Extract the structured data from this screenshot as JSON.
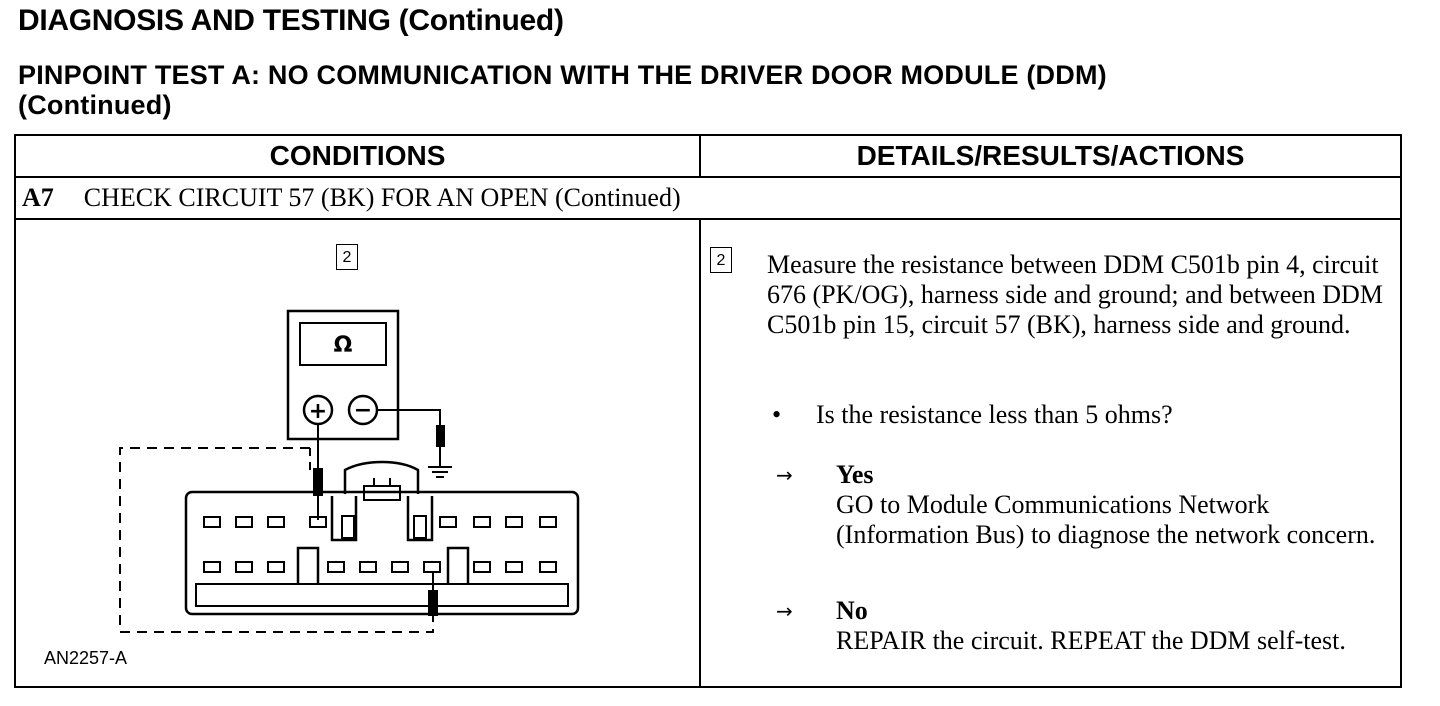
{
  "document": {
    "title": "DIAGNOSIS AND TESTING (Continued)",
    "subtitle_line1": "PINPOINT TEST A: NO COMMUNICATION WITH THE DRIVER DOOR MODULE (DDM)",
    "subtitle_line2": "(Continued)"
  },
  "table": {
    "col_conditions": "CONDITIONS",
    "col_details": "DETAILS/RESULTS/ACTIONS",
    "step_id": "A7",
    "step_title": "CHECK CIRCUIT 57 (BK) FOR AN OPEN",
    "step_title_suffix": "(Continued)"
  },
  "diagram": {
    "step_marker": "2",
    "meter_symbol": "Ω",
    "plus_symbol": "+",
    "minus_symbol": "−",
    "figure_id": "AN2257-A"
  },
  "details": {
    "step_marker": "2",
    "instruction": "Measure the resistance between DDM C501b pin 4, circuit 676 (PK/OG), harness side and ground; and between DDM C501b pin 15, circuit 57 (BK), harness side and ground.",
    "bullet_symbol": "•",
    "question": "Is the resistance less than 5 ohms?",
    "arrow_symbol": "→",
    "yes_label": "Yes",
    "yes_action": "GO to Module Communications Network (Information Bus) to diagnose the network concern.",
    "no_label": "No",
    "no_action": "REPAIR the circuit. REPEAT the DDM self-test."
  }
}
